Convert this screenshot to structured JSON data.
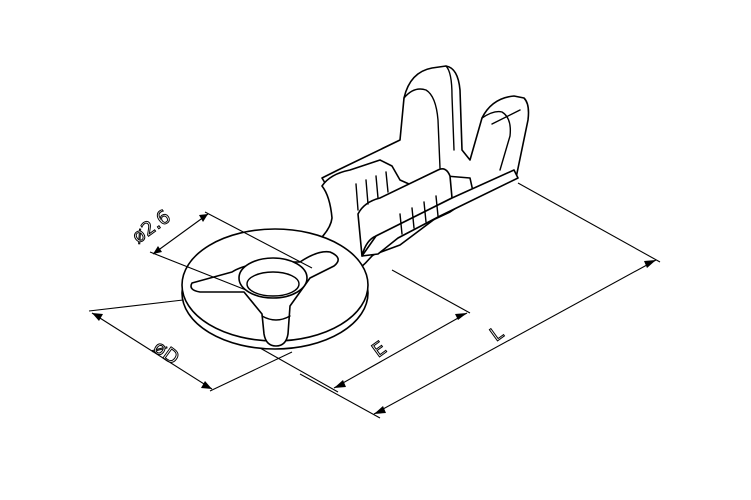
{
  "dimensions": {
    "hole_diameter_label": "ø2.6",
    "ring_diameter_label": "øD",
    "dim_e_label": "E",
    "dim_l_label": "L"
  }
}
